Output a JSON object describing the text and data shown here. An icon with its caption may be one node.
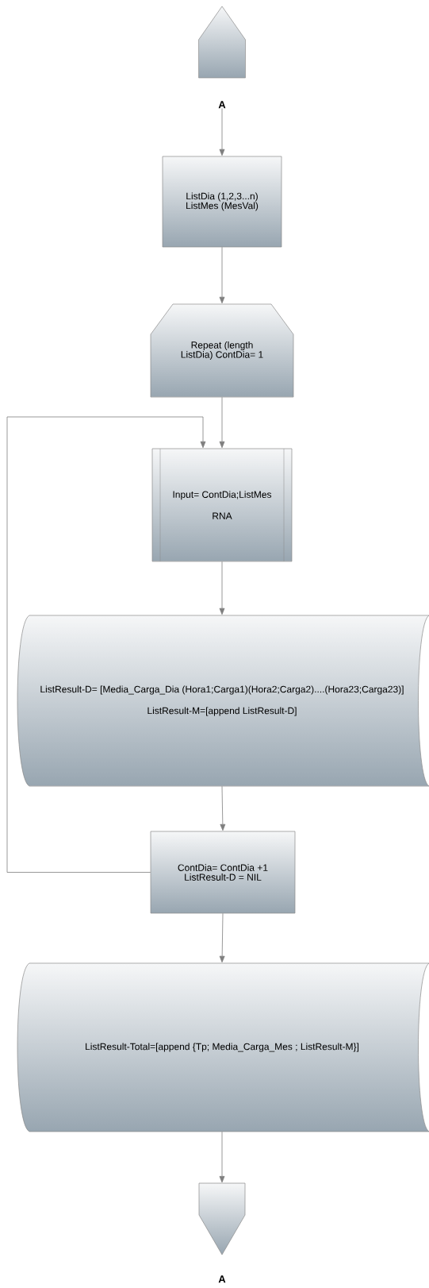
{
  "diagram": {
    "nodes": [
      {
        "text": [
          "A"
        ]
      },
      {
        "text": [
          "ListDia (1,2,3...n) ListMes (MesVal)"
        ]
      },
      {
        "text": [
          "Repeat (length ListDia) ContDia= 1"
        ]
      },
      {
        "text": [
          "Input= ContDia;ListMes",
          "RNA"
        ]
      },
      {
        "text": [
          "ListResult-D= [Media_Carga_Dia (Hora1;Carga1)(Hora2;Carga2)....(Hora23;Carga23)]",
          "ListResult-M=[append ListResult-D]"
        ]
      },
      {
        "text": [
          "ContDia= ContDia +1 ListResult-D = NIL"
        ]
      },
      {
        "text": [
          "ListResult-Total=[append {Tp; Media_Carga_Mes ; ListResult-M}]"
        ]
      },
      {
        "text": [
          "A"
        ]
      }
    ],
    "edges": [
      {
        "from": 0,
        "to": 1,
        "arrow": "to"
      },
      {
        "from": 1,
        "to": 2,
        "arrow": "to"
      },
      {
        "from": 2,
        "to": 3,
        "arrow": "to"
      },
      {
        "from": 3,
        "to": 4,
        "arrow": "to"
      },
      {
        "from": 4,
        "to": 5,
        "arrow": "to"
      },
      {
        "from": 5,
        "to": 3,
        "arrow": "to"
      },
      {
        "from": 5,
        "to": 6,
        "arrow": "to"
      },
      {
        "from": 6,
        "to": 7,
        "arrow": "to"
      }
    ]
  }
}
